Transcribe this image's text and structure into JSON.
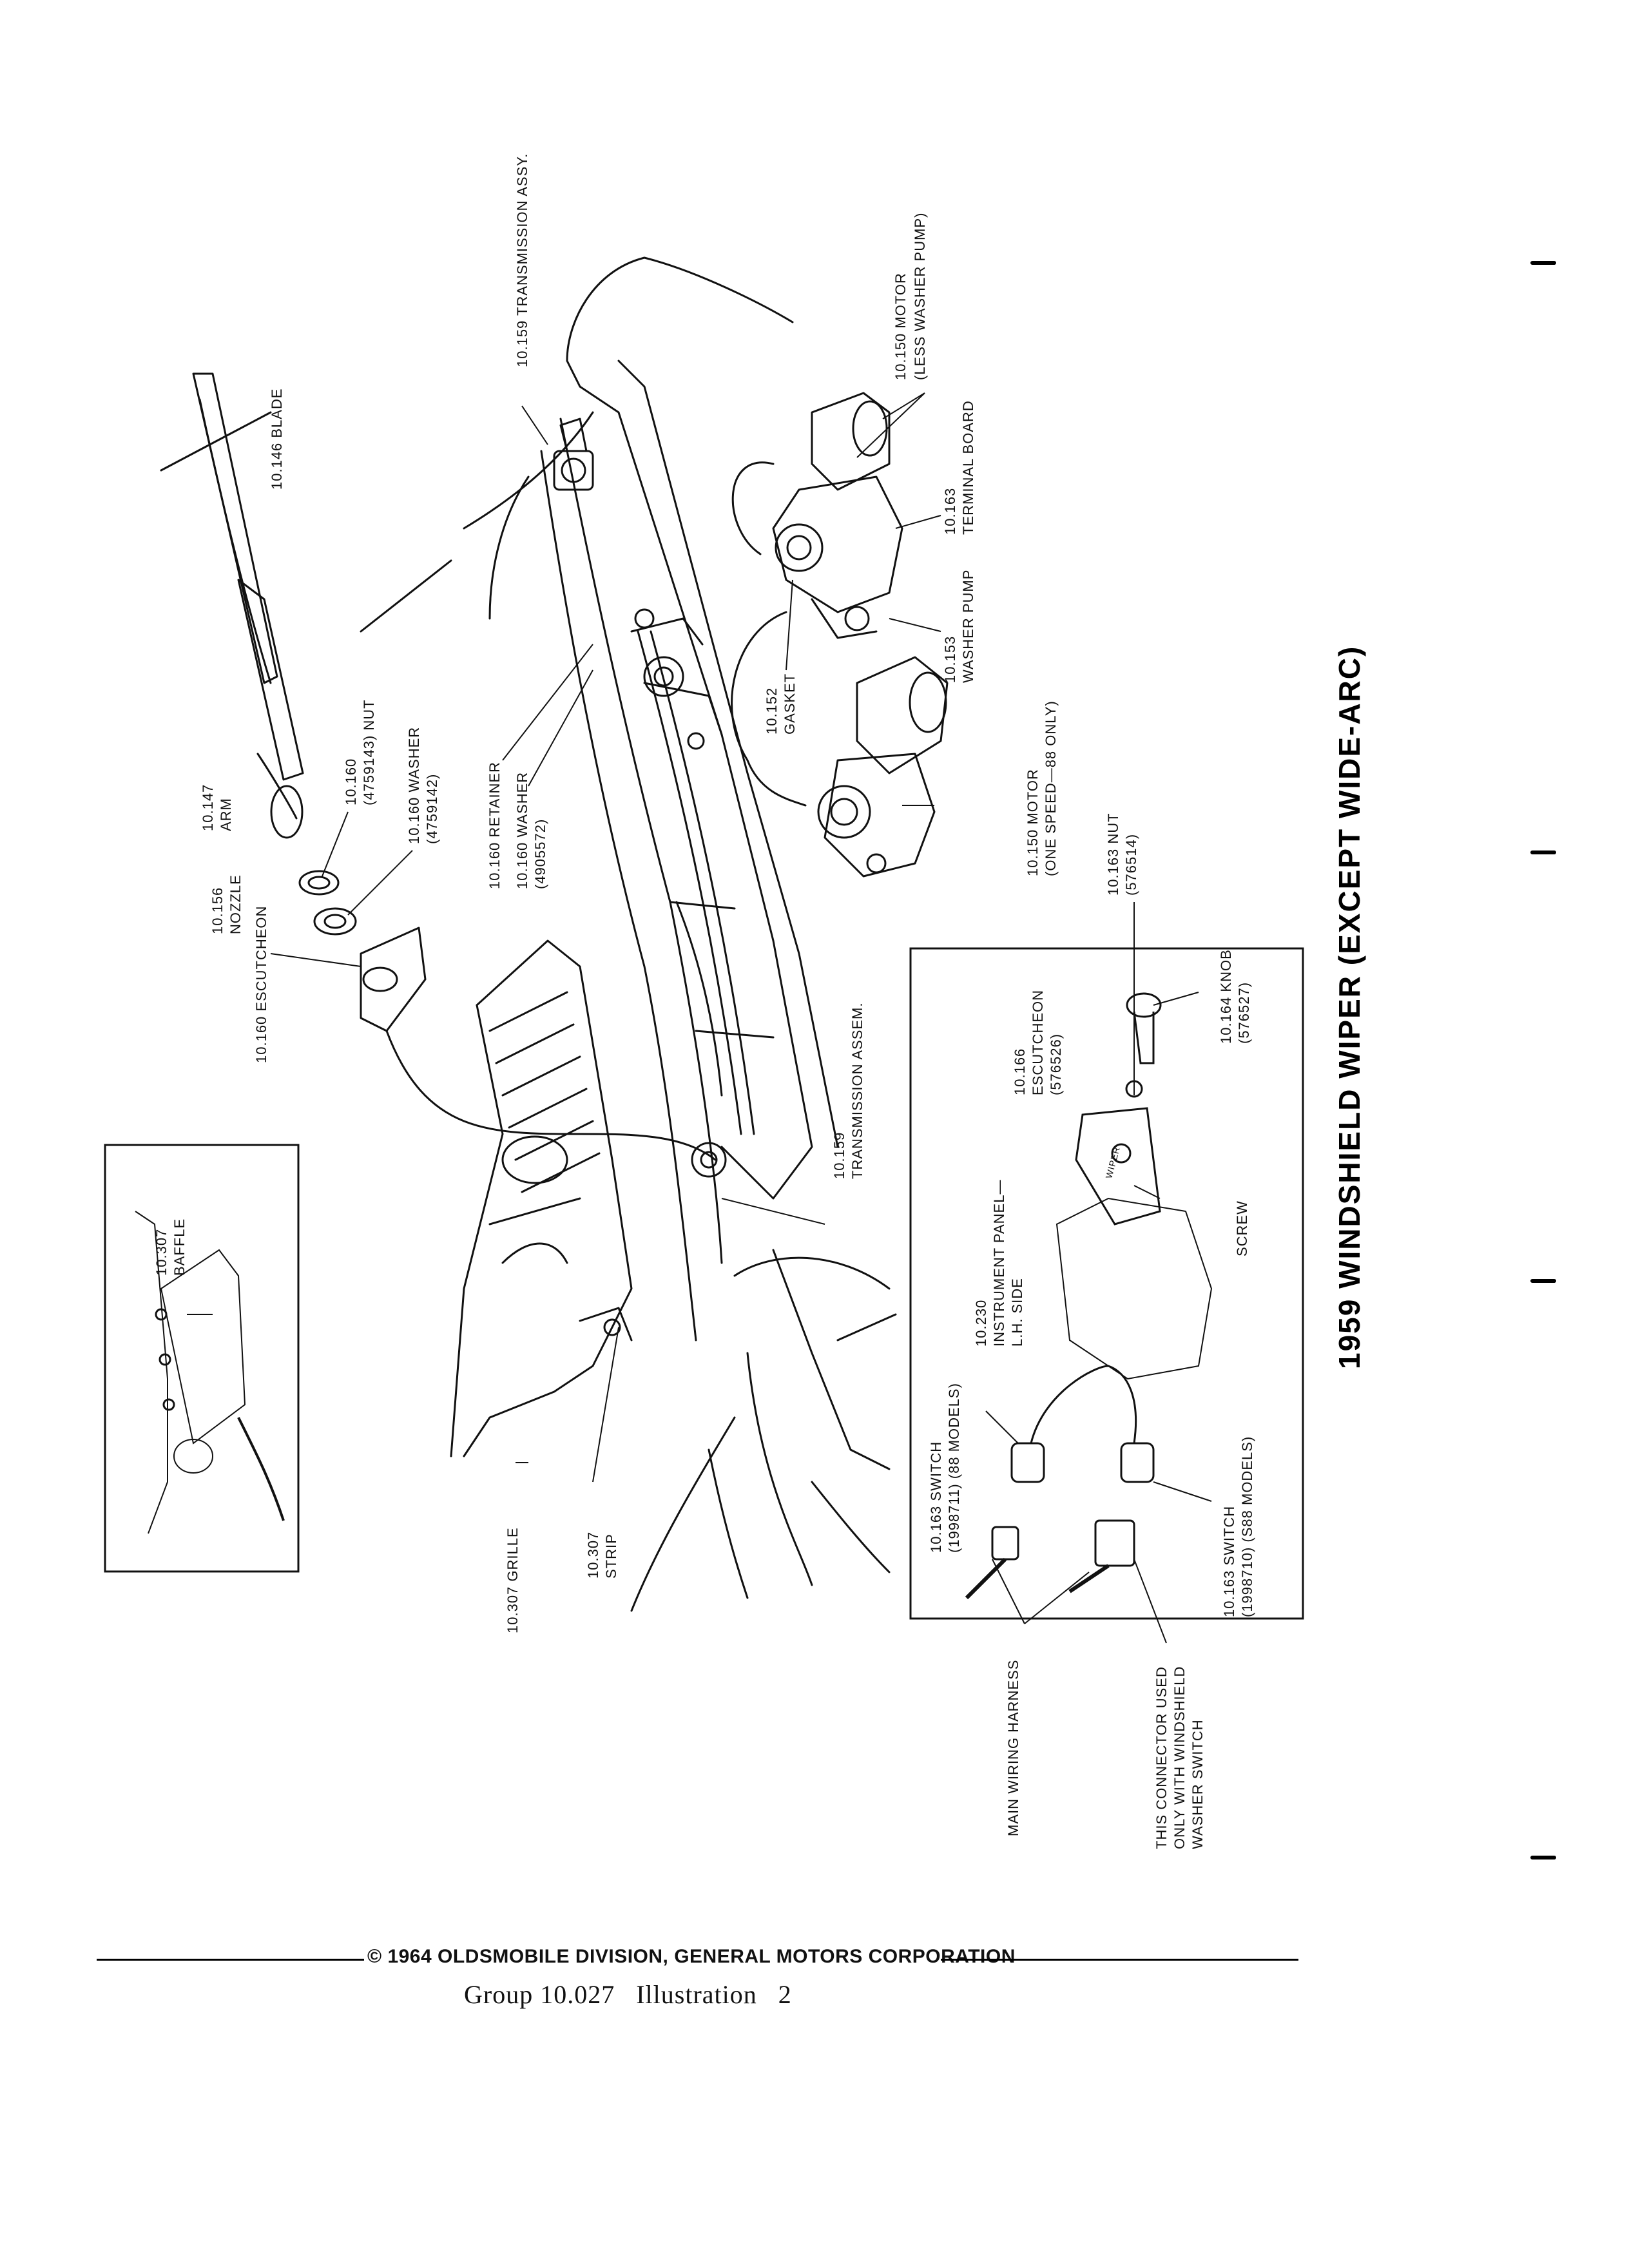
{
  "title": "1959 WINDSHIELD WIPER (EXCEPT WIDE-ARC)",
  "footer": {
    "copyright": "© 1964 OLDSMOBILE DIVISION, GENERAL MOTORS CORPORATION",
    "group": "Group 10.027",
    "illustration": "Illustration",
    "illustration_number": "2"
  },
  "callouts": {
    "transmission_assy": "10.159 TRANSMISSION ASSY.",
    "motor_less_pump_1": "10.150 MOTOR",
    "motor_less_pump_2": "(LESS WASHER PUMP)",
    "terminal_board_1": "10.163",
    "terminal_board_2": "TERMINAL BOARD",
    "blade": "10.146 BLADE",
    "washer_pump_1": "10.153",
    "washer_pump_2": "WASHER PUMP",
    "gasket_1": "10.152",
    "gasket_2": "GASKET",
    "nut_1": "10.160",
    "nut_2": "(4759143) NUT",
    "washer_a_1": "10.160 WASHER",
    "washer_a_2": "(4759142)",
    "arm_1": "10.147",
    "arm_2": "ARM",
    "retainer": "10.160 RETAINER",
    "washer_b_1": "10.160 WASHER",
    "washer_b_2": "(4905572)",
    "motor_one_speed_1": "10.150 MOTOR",
    "motor_one_speed_2": "(ONE SPEED—88 ONLY)",
    "nozzle_1": "10.156",
    "nozzle_2": "NOZZLE",
    "escutcheon_outer": "10.160 ESCUTCHEON",
    "nut_switch_1": "10.163 NUT",
    "nut_switch_2": "(576514)",
    "knob_1": "10.164 KNOB",
    "knob_2": "(576527)",
    "escutcheon_inner_1": "10.166",
    "escutcheon_inner_2": "ESCUTCHEON",
    "escutcheon_inner_3": "(576526)",
    "transmission_assem_1": "10.159",
    "transmission_assem_2": "TRANSMISSION ASSEM.",
    "baffle_1": "10.307",
    "baffle_2": "BAFFLE",
    "instrument_panel_1": "10.230",
    "instrument_panel_2": "INSTRUMENT PANEL—",
    "instrument_panel_3": "L.H. SIDE",
    "screw": "SCREW",
    "switch_88_1": "10.163 SWITCH",
    "switch_88_2": "(1998711) (88 MODELS)",
    "switch_s88_1": "10.163 SWITCH",
    "switch_s88_2": "(1998710) (S88 MODELS)",
    "grille": "10.307 GRILLE",
    "strip_1": "10.307",
    "strip_2": "STRIP",
    "main_harness": "MAIN WIRING HARNESS",
    "connector_1": "THIS CONNECTOR USED",
    "connector_2": "ONLY WITH WINDSHIELD",
    "connector_3": "WASHER SWITCH",
    "escutcheon_decal": "WIPER"
  }
}
